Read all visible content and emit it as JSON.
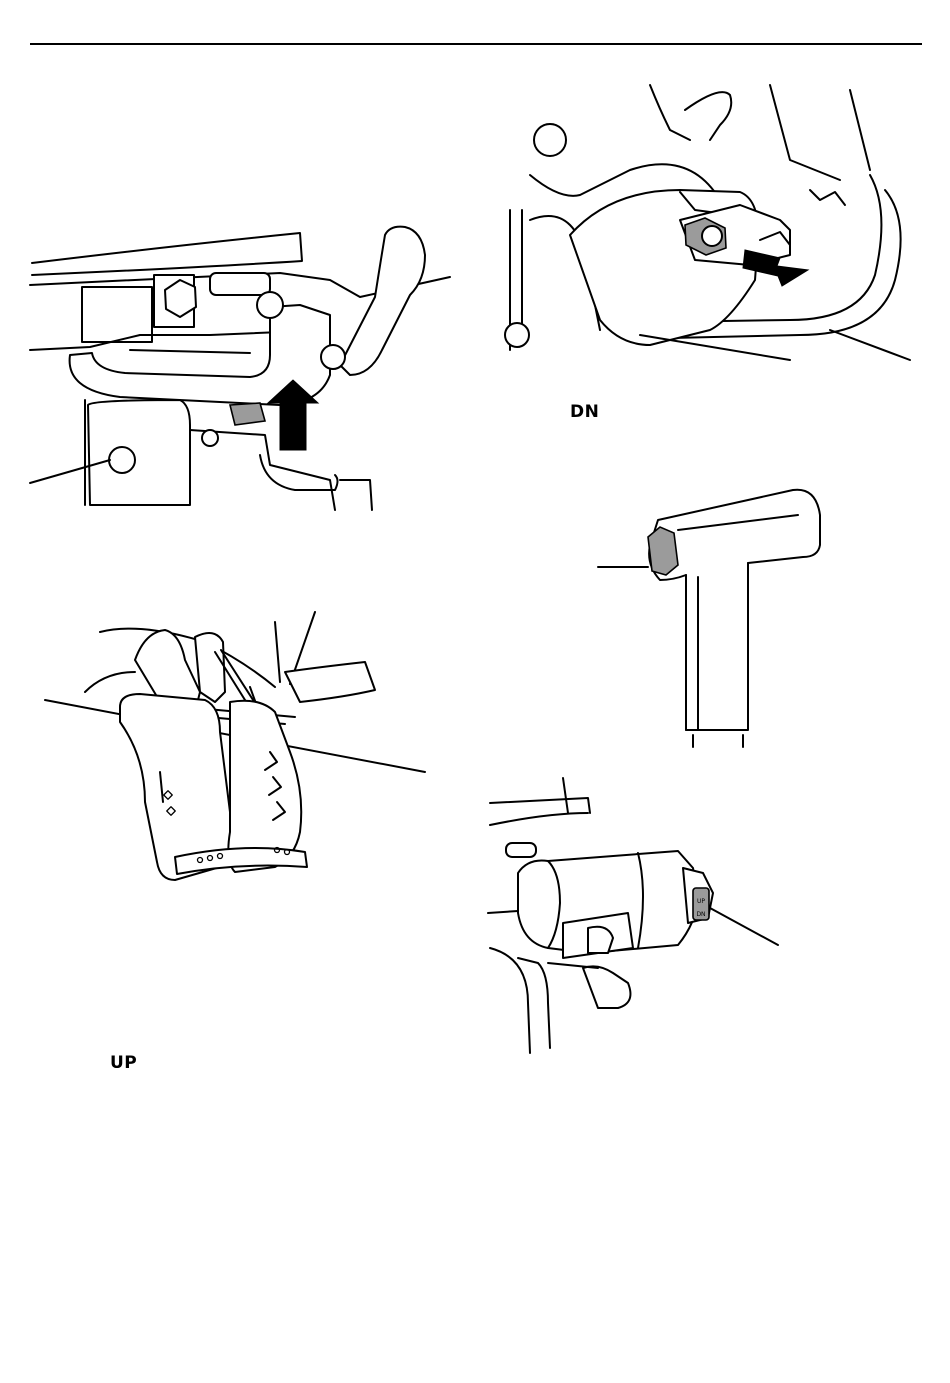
{
  "labels": {
    "dn_label": "DN",
    "up_label": "UP"
  },
  "illustration_text": {
    "switch_up": "UP",
    "switch_dn": "DN"
  },
  "colors": {
    "line": "#000000",
    "highlight_gray": "#9b9b9b",
    "background": "#ffffff"
  }
}
